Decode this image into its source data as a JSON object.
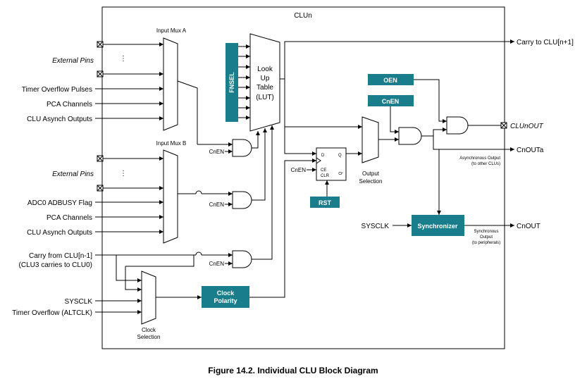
{
  "block_title": "CLUn",
  "caption": "Figure 14.2.  Individual CLU Block Diagram",
  "mux_a": {
    "title": "Input Mux A",
    "inputs": [
      "External Pins",
      "Timer Overflow Pulses",
      "PCA Channels",
      "CLU Asynch Outputs"
    ]
  },
  "mux_b": {
    "title": "Input Mux B",
    "inputs": [
      "External Pins",
      "ADC0 ADBUSY Flag",
      "PCA Channels",
      "CLU Asynch Outputs"
    ]
  },
  "carry_in": {
    "line1": "Carry from CLU[n-1]",
    "line2": "(CLU3 carries to CLU0)"
  },
  "clock_inputs": [
    "SYSCLK",
    "Timer Overflow (ALTCLK)"
  ],
  "clock_selection": {
    "line1": "Clock",
    "line2": "Selection"
  },
  "clock_polarity": {
    "line1": "Clock",
    "line2": "Polarity"
  },
  "fnsel": "FNSEL",
  "lut": [
    "Look",
    "Up",
    "Table",
    "(LUT)"
  ],
  "cnen": "CnEN",
  "ff": {
    "d": "D",
    "q": "Q",
    "ce": "CE",
    "clr": "CLR",
    "qbar": "Q"
  },
  "rst": "RST",
  "output_selection": {
    "line1": "Output",
    "line2": "Selection"
  },
  "oen": "OEN",
  "cnen_box": "CnEN",
  "carry_out": "Carry to CLU[n+1]",
  "clu_out": "CLUnOUT",
  "cnouta": "CnOUTa",
  "async_note": {
    "line1": "Asynchronous Output",
    "line2": "(to other CLUs)"
  },
  "sysclk": "SYSCLK",
  "synchronizer": "Synchronizer",
  "cnout": "CnOUT",
  "sync_note": {
    "line1": "Synchronous",
    "line2": "Output",
    "line3": "(to peripherals)"
  },
  "colors": {
    "block_fill": "#1a7d8c",
    "line": "#000000"
  }
}
